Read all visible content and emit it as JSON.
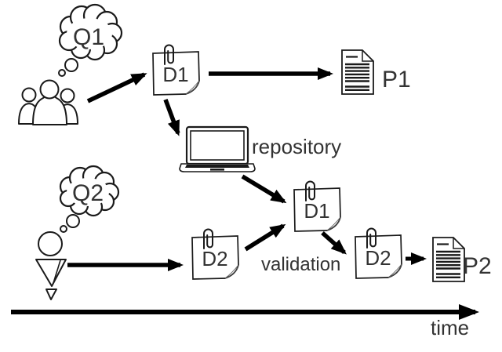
{
  "diagram": {
    "description": "workflow-of-questions-documents-over-time",
    "colors": {
      "ink": "#1a1a1a",
      "arrow": "#000000",
      "text": "#333333",
      "background": "#ffffff",
      "shade": "#999999"
    },
    "thought_bubbles": [
      {
        "id": "q1",
        "label": "Q1"
      },
      {
        "id": "q2",
        "label": "Q2"
      }
    ],
    "sticky_notes": [
      {
        "id": "d1-first",
        "label": "D1"
      },
      {
        "id": "d2-first",
        "label": "D2"
      },
      {
        "id": "d1-validated",
        "label": "D1"
      },
      {
        "id": "d2-validated",
        "label": "D2"
      }
    ],
    "papers": [
      {
        "id": "p1",
        "label": "P1"
      },
      {
        "id": "p2",
        "label": "P2"
      }
    ],
    "captions": {
      "repository": "repository",
      "validation": "validation",
      "timeline": "time"
    },
    "icons": [
      "thought-bubble-icon",
      "people-group-icon",
      "person-icon",
      "sticky-note-icon",
      "paperclip-icon",
      "laptop-icon",
      "document-icon",
      "arrow-icon"
    ]
  }
}
